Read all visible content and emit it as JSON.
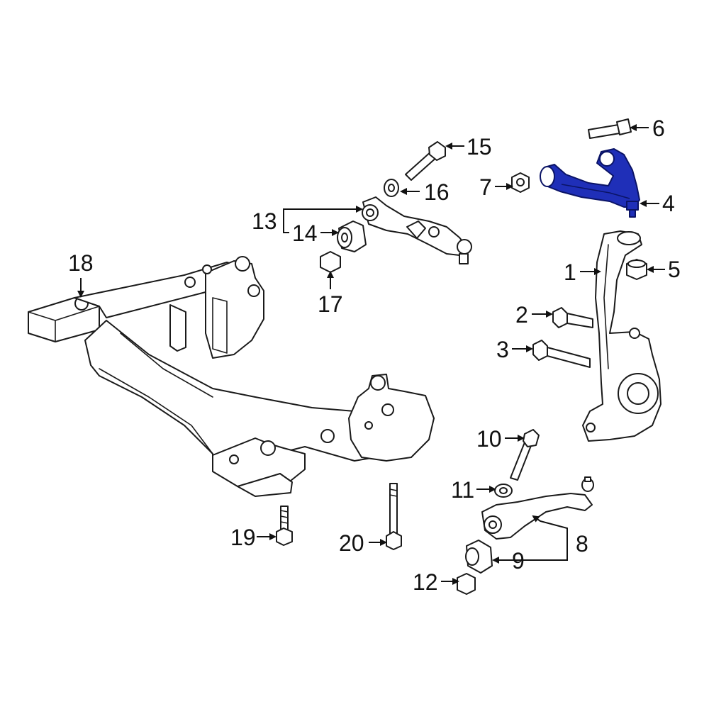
{
  "diagram": {
    "highlight_color": "#1f2fb8",
    "line_color": "#1a1a1a",
    "callouts": {
      "c1": "1",
      "c2": "2",
      "c3": "3",
      "c4": "4",
      "c5": "5",
      "c6": "6",
      "c7": "7",
      "c8": "8",
      "c9": "9",
      "c10": "10",
      "c11": "11",
      "c12": "12",
      "c13": "13",
      "c14": "14",
      "c15": "15",
      "c16": "16",
      "c17": "17",
      "c18": "18",
      "c19": "19",
      "c20": "20"
    }
  }
}
